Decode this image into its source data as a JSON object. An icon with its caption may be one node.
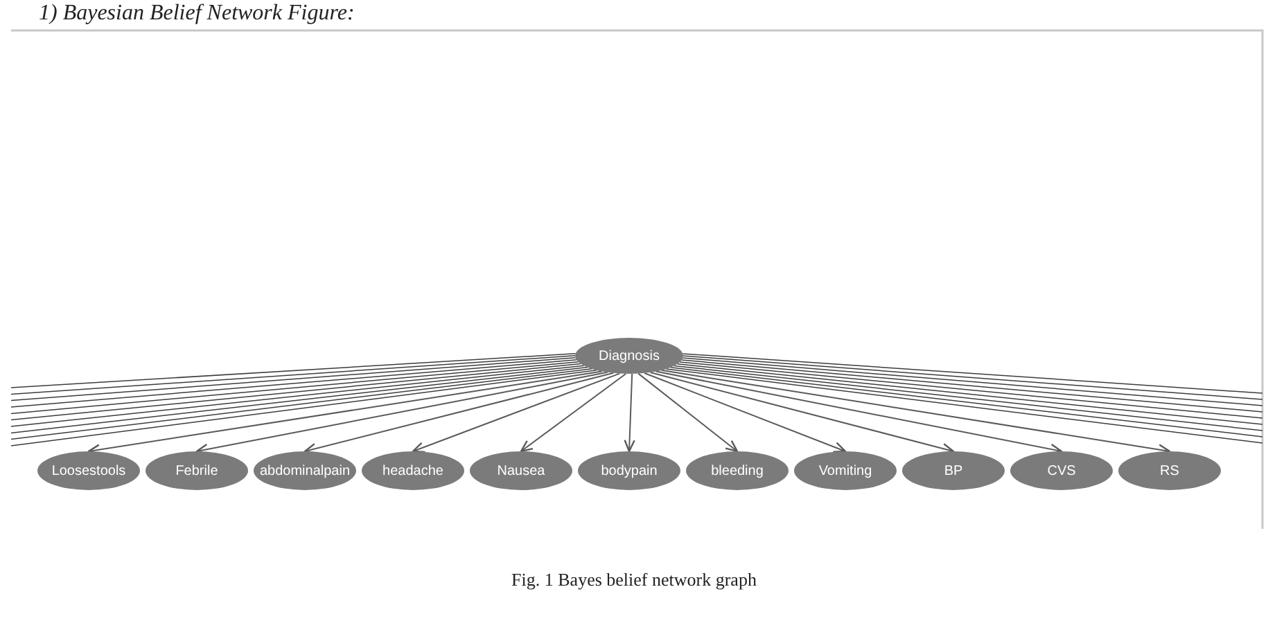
{
  "diagram": {
    "title": "1) Bayesian Belief Network Figure:",
    "caption": "Fig. 1 Bayes belief network graph",
    "nodes": [
      {
        "text": [
          "Diagnosis"
        ]
      },
      {
        "text": [
          "Loosestools"
        ]
      },
      {
        "text": [
          "Febrile"
        ]
      },
      {
        "text": [
          "abdominalpain"
        ]
      },
      {
        "text": [
          "headache"
        ]
      },
      {
        "text": [
          "Nausea"
        ]
      },
      {
        "text": [
          "bodypain"
        ]
      },
      {
        "text": [
          "bleeding"
        ]
      },
      {
        "text": [
          "Vomiting"
        ]
      },
      {
        "text": [
          "BP"
        ]
      },
      {
        "text": [
          "CVS"
        ]
      },
      {
        "text": [
          "RS"
        ]
      }
    ],
    "edges": [
      {
        "from": 0,
        "to": null,
        "arrow": "none"
      },
      {
        "from": 0,
        "to": null,
        "arrow": "none"
      },
      {
        "from": 0,
        "to": null,
        "arrow": "none"
      },
      {
        "from": 0,
        "to": null,
        "arrow": "none"
      },
      {
        "from": 0,
        "to": null,
        "arrow": "none"
      },
      {
        "from": 0,
        "to": null,
        "arrow": "none"
      },
      {
        "from": 0,
        "to": null,
        "arrow": "none"
      },
      {
        "from": 0,
        "to": null,
        "arrow": "none"
      },
      {
        "from": 0,
        "to": null,
        "arrow": "none"
      },
      {
        "from": 0,
        "to": null,
        "arrow": "none"
      },
      {
        "from": 0,
        "to": 1,
        "arrow": "to"
      },
      {
        "from": 0,
        "to": 2,
        "arrow": "to"
      },
      {
        "from": 0,
        "to": 3,
        "arrow": "to"
      },
      {
        "from": 0,
        "to": 4,
        "arrow": "to"
      },
      {
        "from": 0,
        "to": 5,
        "arrow": "to"
      },
      {
        "from": 0,
        "to": 6,
        "arrow": "to"
      },
      {
        "from": 0,
        "to": 7,
        "arrow": "to"
      },
      {
        "from": 0,
        "to": 8,
        "arrow": "to"
      },
      {
        "from": 0,
        "to": 9,
        "arrow": "to"
      },
      {
        "from": 0,
        "to": 10,
        "arrow": "to"
      },
      {
        "from": 0,
        "to": 11,
        "arrow": "to"
      },
      {
        "from": 0,
        "to": null,
        "arrow": "none"
      },
      {
        "from": 0,
        "to": null,
        "arrow": "none"
      },
      {
        "from": 0,
        "to": null,
        "arrow": "none"
      },
      {
        "from": 0,
        "to": null,
        "arrow": "none"
      },
      {
        "from": 0,
        "to": null,
        "arrow": "none"
      },
      {
        "from": 0,
        "to": null,
        "arrow": "none"
      },
      {
        "from": 0,
        "to": null,
        "arrow": "none"
      },
      {
        "from": 0,
        "to": null,
        "arrow": "none"
      },
      {
        "from": 0,
        "to": null,
        "arrow": "none"
      }
    ]
  }
}
